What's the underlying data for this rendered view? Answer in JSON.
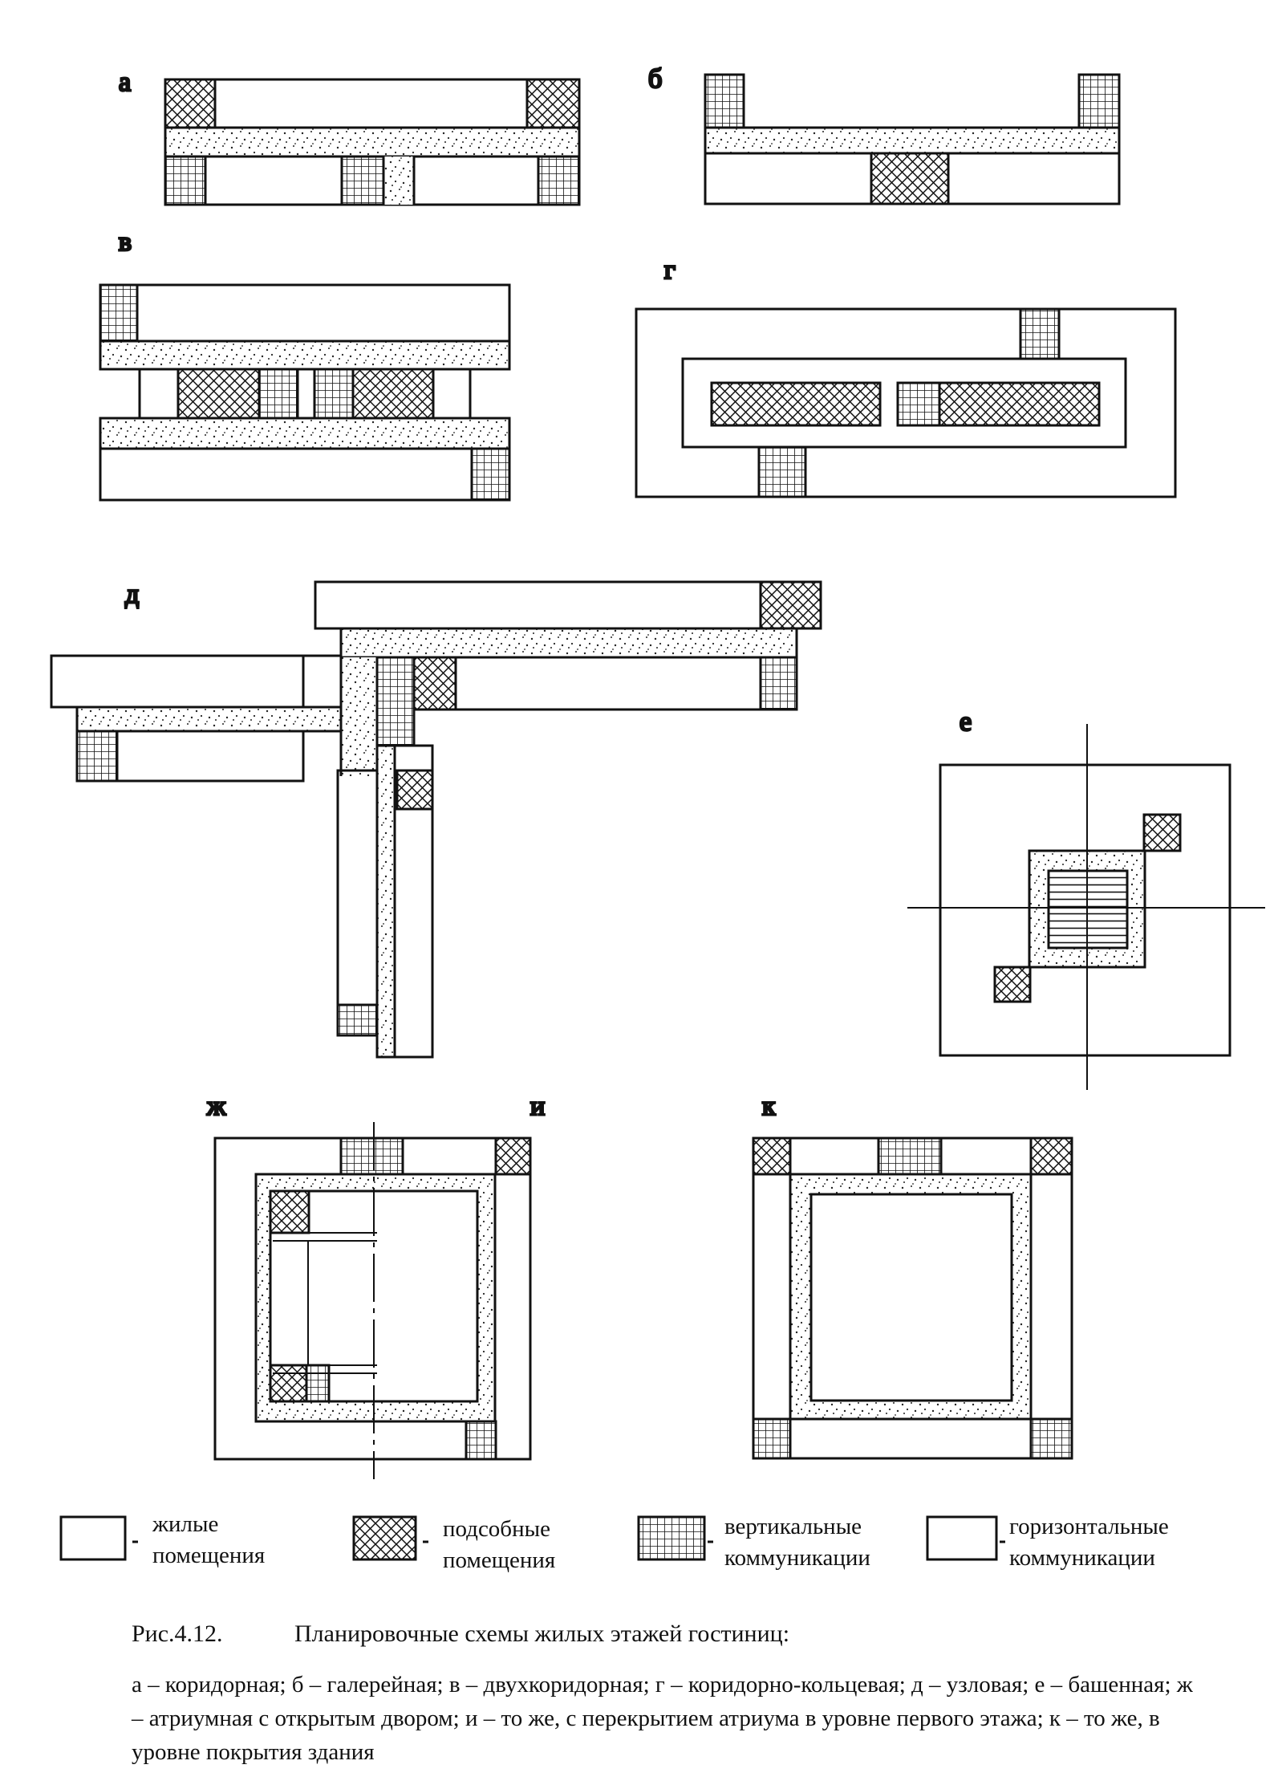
{
  "panels": [
    {
      "id": "a",
      "label": "а"
    },
    {
      "id": "b",
      "label": "б"
    },
    {
      "id": "v",
      "label": "в"
    },
    {
      "id": "g",
      "label": "г"
    },
    {
      "id": "d",
      "label": "д"
    },
    {
      "id": "e",
      "label": "е"
    },
    {
      "id": "zh",
      "label": "ж"
    },
    {
      "id": "i",
      "label": "и"
    },
    {
      "id": "k",
      "label": "к"
    }
  ],
  "legend": [
    {
      "key": "residential",
      "pattern": "plain",
      "text": "жилые помещения"
    },
    {
      "key": "auxiliary",
      "pattern": "crosshatch",
      "text": "подсобные помещения"
    },
    {
      "key": "vertical",
      "pattern": "grid",
      "text": "вертикальные коммуникации"
    },
    {
      "key": "horizontal",
      "pattern": "plain",
      "text": "горизонтальные коммуникации"
    }
  ],
  "caption": {
    "number": "Рис.4.12.",
    "title": "Планировочные схемы жилых этажей гостиниц:",
    "description": "а – коридорная; б – галерейная; в – двухкоридорная; г – коридорно-кольцевая; д – узловая; е – башенная; ж – атриумная с открытым двором; и – то же, с перекрытием атриума в уровне первого этажа; к – то же, в уровне покрытия здания"
  }
}
